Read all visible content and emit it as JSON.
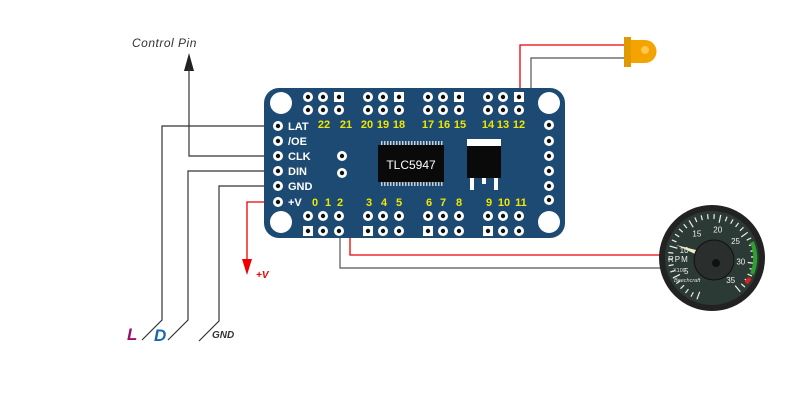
{
  "board": {
    "chip_label": "TLC5947",
    "left_pins": [
      "LAT",
      "/OE",
      "CLK",
      "DIN",
      "GND",
      "+V"
    ],
    "top_channels": [
      "22",
      "21",
      "20",
      "19",
      "18",
      "17",
      "16",
      "15",
      "14",
      "13",
      "12"
    ],
    "bottom_channels": [
      "0",
      "1",
      "2",
      "3",
      "4",
      "5",
      "6",
      "7",
      "8",
      "9",
      "10",
      "11"
    ],
    "color": "#1c4a72"
  },
  "labels": {
    "control_pin": "Control Pin",
    "plus_v": "+V",
    "latch": "L",
    "data": "D",
    "ground": "GND"
  },
  "colors": {
    "latch": "#9b0f6e",
    "data": "#1565b0",
    "power_wire": "#e00000",
    "led": "#f4a300"
  },
  "gauge": {
    "unit": "RPM",
    "multiplier": "X100",
    "brand": "Beechcraft",
    "ticks": [
      "5",
      "10",
      "15",
      "20",
      "25",
      "30",
      "35"
    ]
  }
}
